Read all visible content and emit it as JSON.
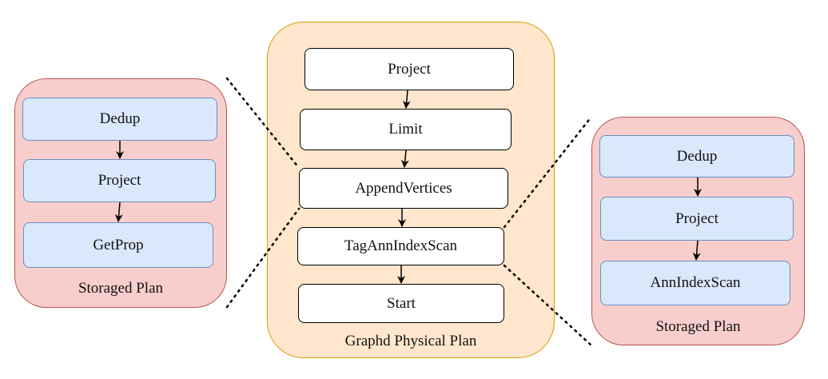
{
  "left_plan": {
    "caption": "Storaged Plan",
    "nodes": [
      "Dedup",
      "Project",
      "GetProp"
    ]
  },
  "center_plan": {
    "caption": "Graphd Physical Plan",
    "nodes": [
      "Project",
      "Limit",
      "AppendVertices",
      "TagAnnIndexScan",
      "Start"
    ]
  },
  "right_plan": {
    "caption": "Storaged Plan",
    "nodes": [
      "Dedup",
      "Project",
      "AnnIndexScan"
    ]
  },
  "colors": {
    "storaged_fill": "#f8cecc",
    "storaged_stroke": "#b85450",
    "graphd_fill": "#ffe6cc",
    "graphd_stroke": "#d79b00",
    "storage_node_fill": "#dae8fc",
    "storage_node_stroke": "#6c8ebf"
  }
}
